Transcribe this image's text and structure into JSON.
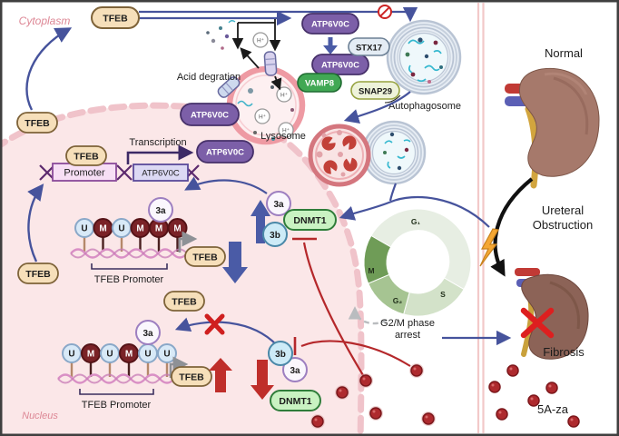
{
  "labels": {
    "cytoplasm": "Cytoplasm",
    "nucleus": "Nucleus",
    "acid_degradation": "Acid degration",
    "lysosome": "Lysosome",
    "autophagosome": "Autophagosome",
    "transcription": "Transcription",
    "tfeb_promoter": "TFEB Promoter",
    "g2m_line1": "G2/M phase",
    "g2m_line2": "arrest",
    "normal": "Normal",
    "ureteral_line1": "Ureteral",
    "ureteral_line2": "Obstruction",
    "fibrosis": "Fibrosis",
    "drug": "5A-za",
    "h_plus": "H⁺"
  },
  "molecules": {
    "tfeb": "TFEB",
    "atp6v0c": "ATP6V0C",
    "stx17": "STX17",
    "vamp8": "VAMP8",
    "snap29": "SNAP29",
    "dnmt1": "DNMT1",
    "dnmt3a": "3a",
    "dnmt3b": "3b"
  },
  "gene": {
    "promoter_label": "Promoter",
    "gene_label": "ATP6V0C"
  },
  "cell_cycle": {
    "type": "donut",
    "phases": [
      {
        "label": "G₁",
        "color": "#e7eee3"
      },
      {
        "label": "S",
        "color": "#d3e2c9"
      },
      {
        "label": "G₂",
        "color": "#a6c492"
      },
      {
        "label": "M",
        "color": "#6f9c57"
      }
    ],
    "annotation": "G2/M phase arrest"
  },
  "methylation": {
    "upper_row": [
      "U",
      "M",
      "U",
      "M",
      "M",
      "M"
    ],
    "lower_row": [
      "U",
      "M",
      "U",
      "M",
      "U",
      "U"
    ]
  },
  "colors": {
    "tfeb_fill": "#f6dfba",
    "tfeb_border": "#7e6339",
    "atp6v0c_fill": "#7c5fa8",
    "atp6v0c_border": "#463069",
    "stx17_fill": "#e4ecf4",
    "vamp8_fill": "#41a854",
    "snap29_fill": "#eef3da",
    "dnmt1_fill": "#c9f2c2",
    "dnmt1_border": "#2f7d3a",
    "methylated": "#7a2227",
    "unmethylated": "#d8e9f7",
    "arrow_blue": "#46539c",
    "arrow_red": "#bf2e2a",
    "nucleus_fill": "#fbe7e8",
    "nucleus_membrane": "#f0c3ca",
    "divider": "#f2c9c9",
    "lightning": "#f5a733"
  }
}
